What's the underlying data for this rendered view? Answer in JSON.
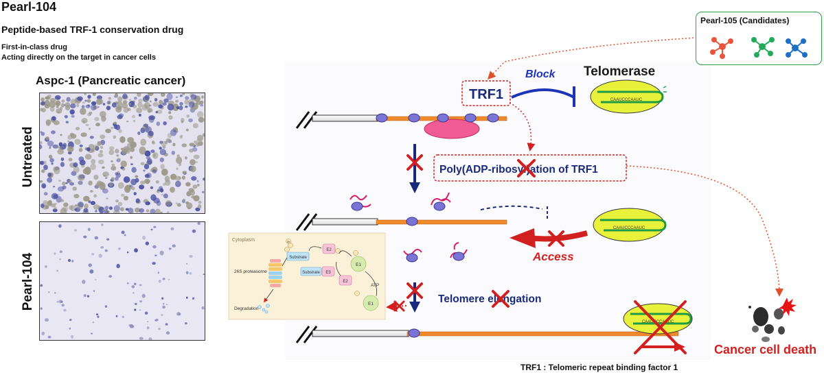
{
  "header": {
    "drug_name": "Pearl-104",
    "subtitle": "Peptide-based TRF-1 conservation drug",
    "desc_1": "First-in-class drug",
    "desc_2": "Acting directly on the target in cancer cells"
  },
  "micrographs": {
    "cell_line": "Aspc-1 (Pancreatic cancer)",
    "rows": [
      {
        "label": "Untreated"
      },
      {
        "label": "Pearl-104"
      }
    ]
  },
  "candidates": {
    "title": "Pearl-105 (Candidates)",
    "icons": [
      {
        "name": "molecule-icon",
        "color": "#e8553d"
      },
      {
        "name": "molecule-icon",
        "color": "#23a95a"
      },
      {
        "name": "molecule-icon",
        "color": "#1f6fc4"
      }
    ]
  },
  "mechanism": {
    "trf1": "TRF1",
    "block": "Block",
    "telomerase": "Telomerase",
    "telomerase_seq": "CAAUCCCAAUC",
    "parylation": "Poly(ADP-ribosyl)ation of TRF1",
    "access": "Access",
    "elongation": "Telomere elongation"
  },
  "ubiquitin_inset": {
    "cytoplasm": "Cytoplasm",
    "proteasome": "26S proteasome",
    "degradation": "Degradation",
    "substrate": "Substrate",
    "e1": "E1",
    "e2": "E2",
    "e3": "E3",
    "atp": "ATP",
    "ub": "Ub"
  },
  "outcome": {
    "death": "Cancer cell death"
  },
  "footnote": "TRF1 : Telomeric repeat binding factor 1",
  "colors": {
    "red": "#d21f1f",
    "navy": "#1a2a7a",
    "telomere": "#f08a2a",
    "protein": "#7a74d6",
    "telomerase_fill": "#e9f23a",
    "green_box": "#2ea043"
  }
}
